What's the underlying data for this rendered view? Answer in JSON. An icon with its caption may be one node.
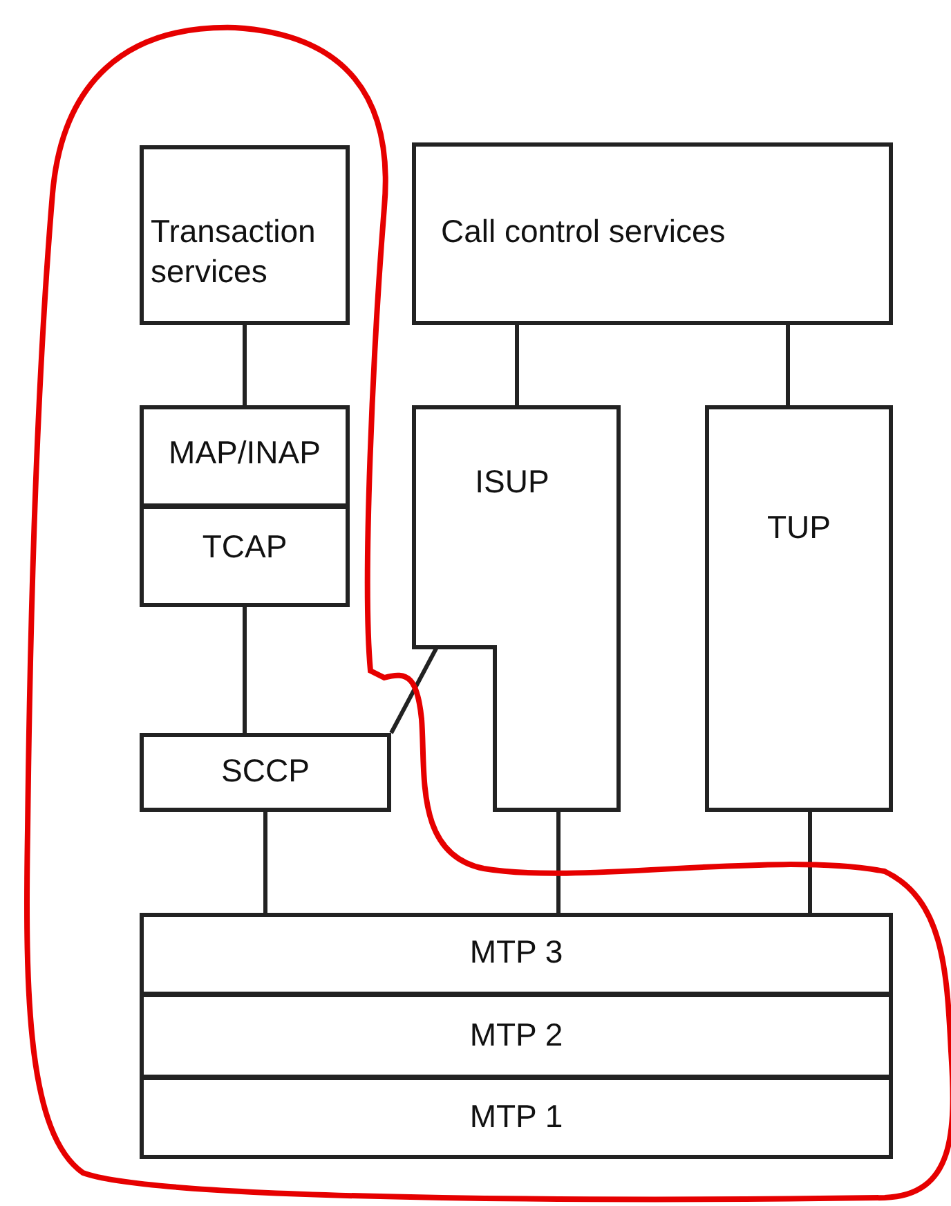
{
  "diagram": {
    "nodes": [
      {
        "text": [
          "Transaction services"
        ]
      },
      {
        "text": [
          "Call control services"
        ]
      },
      {
        "text": [
          "MAP/INAP"
        ]
      },
      {
        "text": [
          "TCAP"
        ]
      },
      {
        "text": [
          "ISUP"
        ]
      },
      {
        "text": [
          "TUP"
        ]
      },
      {
        "text": [
          "SCCP"
        ]
      },
      {
        "text": [
          "MTP 3"
        ]
      },
      {
        "text": [
          "MTP 2"
        ]
      },
      {
        "text": [
          "MTP 1"
        ]
      }
    ],
    "edges": [
      {
        "from": 0,
        "to": 2,
        "arrow": "none"
      },
      {
        "from": 1,
        "to": 4,
        "arrow": "none"
      },
      {
        "from": 1,
        "to": 5,
        "arrow": "none"
      },
      {
        "from": 3,
        "to": 6,
        "arrow": "none"
      },
      {
        "from": 6,
        "to": 4,
        "arrow": "none"
      },
      {
        "from": 6,
        "to": 7,
        "arrow": "none"
      },
      {
        "from": 4,
        "to": 7,
        "arrow": "none"
      },
      {
        "from": 5,
        "to": 7,
        "arrow": "none"
      }
    ]
  }
}
